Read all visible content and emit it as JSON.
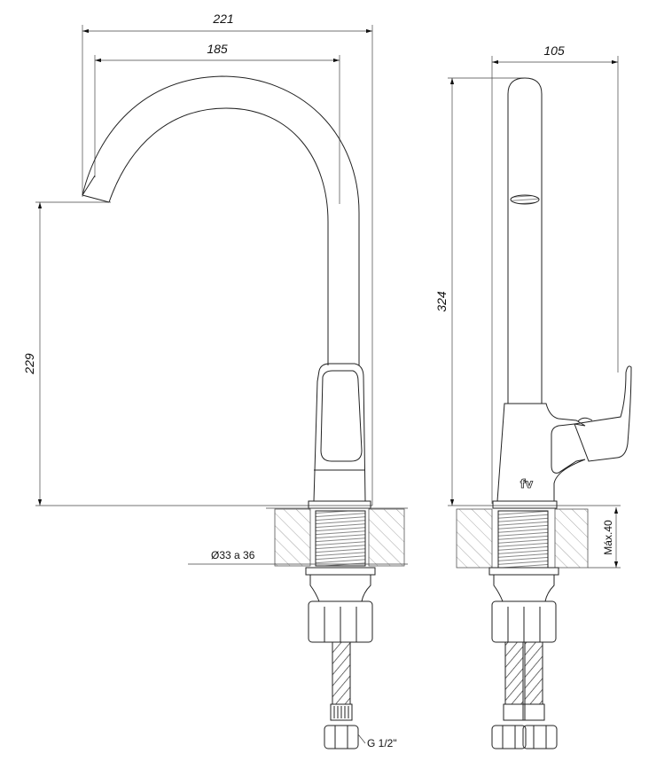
{
  "title": "Faucet technical drawing",
  "dimensions": {
    "overall_reach": "221",
    "spout_reach": "185",
    "depth": "105",
    "spout_height": "229",
    "total_height": "324",
    "hole_diameter": "Ø33 a 36",
    "max_counter_thickness": "Máx.40",
    "connection": "G 1/2\""
  },
  "logo": "fv"
}
